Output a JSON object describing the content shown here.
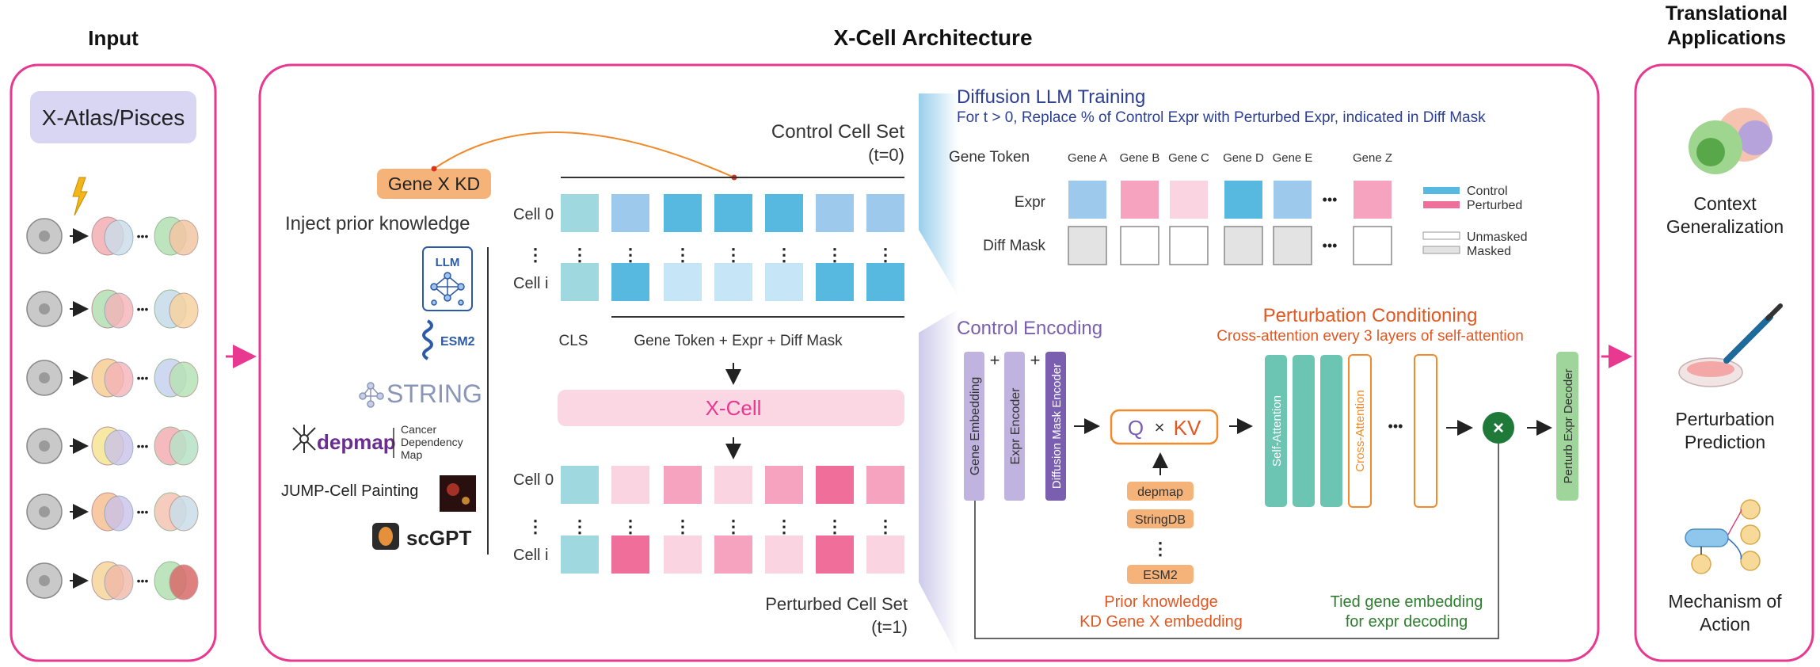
{
  "colors": {
    "frame": "#e8388f",
    "control": "#58b9e0",
    "perturbed": "#ef6f9a",
    "unmasked": "#ffffff",
    "masked": "#e3e3e3",
    "teal": "#6cc4b2",
    "purple": "#7a5fb0",
    "orange": "#f08a2a",
    "green": "#3e8e3e",
    "blue_title": "#2c3f92",
    "red_orange": "#e25822"
  },
  "input": {
    "title": "Input",
    "dataset": "X-Atlas/Pisces",
    "icon": "lightning-icon"
  },
  "arch": {
    "title": "X-Cell Architecture",
    "gene_kd": "Gene X KD",
    "inject": "Inject prior knowledge",
    "llm": "LLM",
    "esm2": "ESM2",
    "string": "STRING",
    "depmap": "depmap",
    "depmap_desc": [
      "Cancer",
      "Dependency",
      "Map"
    ],
    "jump": "JUMP-Cell Painting",
    "scgpt": "scGPT",
    "control_set": "Control Cell Set",
    "t0": "(t=0)",
    "cell0": "Cell 0",
    "celli": "Cell i",
    "cls": "CLS",
    "token_label": "Gene Token + Expr + Diff Mask",
    "xcell": "X-Cell",
    "perturbed_set": "Perturbed Cell Set",
    "t1": "(t=1)",
    "control_row0": [
      "#9fd8df",
      "#9cc9ec",
      "#58b9e0",
      "#58b9e0",
      "#58b9e0",
      "#9cc9ec",
      "#9cc9ec"
    ],
    "control_rowi": [
      "#9fd8df",
      "#58b9e0",
      "#c6e6f7",
      "#c6e6f7",
      "#c6e6f7",
      "#58b9e0",
      "#58b9e0"
    ],
    "perturbed_row0": [
      "#9fd8df",
      "#fad5e1",
      "#f5a3bf",
      "#fad5e1",
      "#f5a3bf",
      "#ef6f9a",
      "#f5a3bf"
    ],
    "perturbed_rowi": [
      "#9fd8df",
      "#ef6f9a",
      "#fad5e1",
      "#f5a3bf",
      "#fad5e1",
      "#ef6f9a",
      "#fad5e1"
    ]
  },
  "diffusion": {
    "title": "Diffusion LLM Training",
    "subtitle": "For t > 0, Replace % of Control Expr with Perturbed Expr, indicated in Diff Mask",
    "gene_token": "Gene Token",
    "genes": [
      "Gene A",
      "Gene B",
      "Gene C",
      "Gene D",
      "Gene E",
      "Gene Z"
    ],
    "expr": "Expr",
    "diff_mask": "Diff Mask",
    "expr_colors": [
      "#9cc9ec",
      "#f5a3bf",
      "#fad5e1",
      "#58b9e0",
      "#9cc9ec",
      "#f5a3bf"
    ],
    "mask_colors": [
      "#e3e3e3",
      "#ffffff",
      "#ffffff",
      "#e3e3e3",
      "#e3e3e3",
      "#ffffff"
    ],
    "legend_control": "Control",
    "legend_perturbed": "Perturbed",
    "legend_unmasked": "Unmasked",
    "legend_masked": "Masked",
    "ellipsis": "•••"
  },
  "encoding": {
    "title": "Control Encoding",
    "gene_embedding": "Gene Embedding",
    "expr_encoder": "Expr Encoder",
    "diff_mask_encoder": "Diffusion Mask Encoder",
    "plus": "+",
    "q": "Q",
    "times": "×",
    "kv": "KV",
    "priors": [
      "depmap",
      "StringDB",
      "ESM2"
    ],
    "prior_label": [
      "Prior knowledge",
      "KD Gene X embedding"
    ]
  },
  "conditioning": {
    "title": "Perturbation Conditioning",
    "subtitle": "Cross-attention every 3 layers of self-attention",
    "self_attention": "Self-Attention",
    "cross_attention": "Cross-Attention",
    "decoder": "Perturb Expr Decoder",
    "tied_label": [
      "Tied gene embedding",
      "for expr decoding"
    ],
    "multiply": "×",
    "ellipsis": "•••"
  },
  "applications": {
    "title": [
      "Translational",
      "Applications"
    ],
    "items": [
      {
        "label": [
          "Context",
          "Generalization"
        ]
      },
      {
        "label": [
          "Perturbation",
          "Prediction"
        ]
      },
      {
        "label": [
          "Mechanism of",
          "Action"
        ]
      }
    ]
  }
}
